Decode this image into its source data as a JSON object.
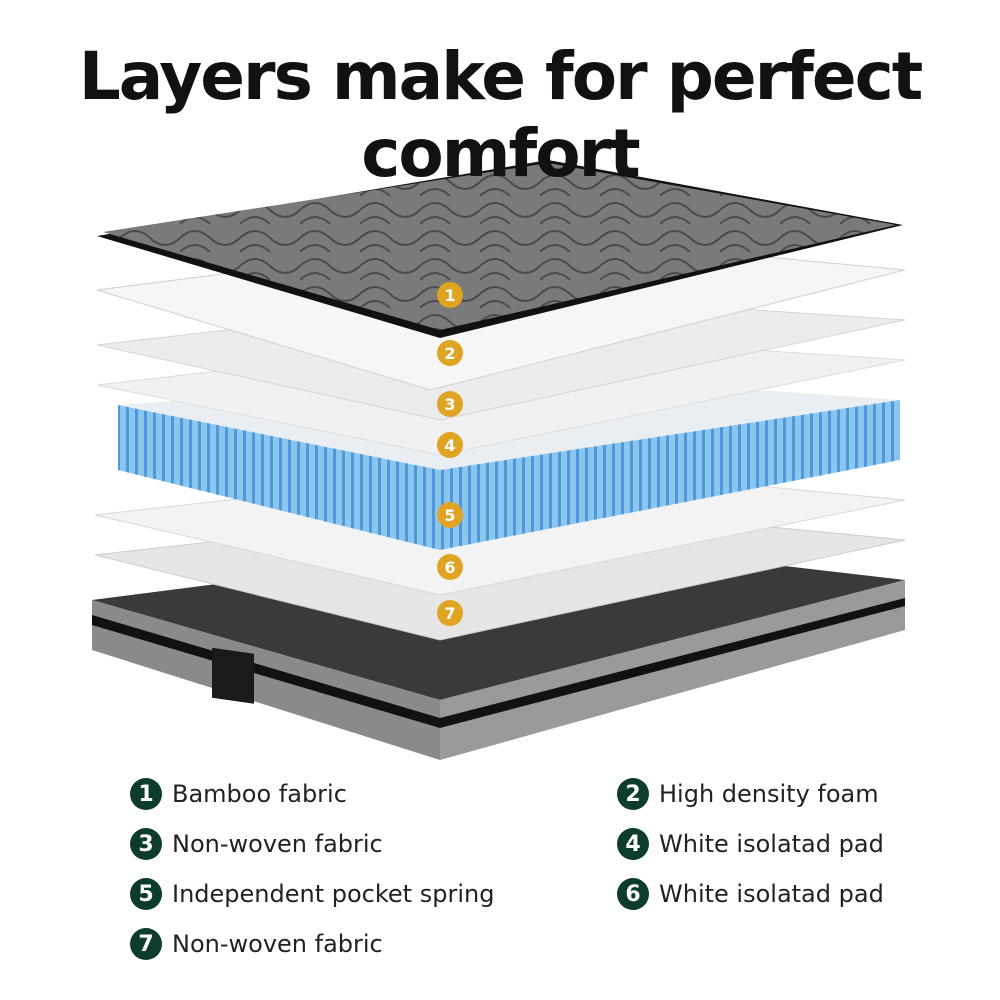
{
  "title": "Layers make for perfect comfort",
  "colors": {
    "badge_marker": "#e0a424",
    "legend_badge": "#0d3b2e",
    "spring": "#6fb4ea",
    "top_fabric": "#6e6e6e"
  },
  "markers": [
    "1",
    "2",
    "3",
    "4",
    "5",
    "6",
    "7"
  ],
  "legend": [
    {
      "num": "1",
      "label": "Bamboo fabric"
    },
    {
      "num": "2",
      "label": "High density foam"
    },
    {
      "num": "3",
      "label": "Non-woven fabric"
    },
    {
      "num": "4",
      "label": "White isolatad pad"
    },
    {
      "num": "5",
      "label": "Independent pocket spring"
    },
    {
      "num": "6",
      "label": "White isolatad pad"
    },
    {
      "num": "7",
      "label": "Non-woven fabric"
    }
  ]
}
